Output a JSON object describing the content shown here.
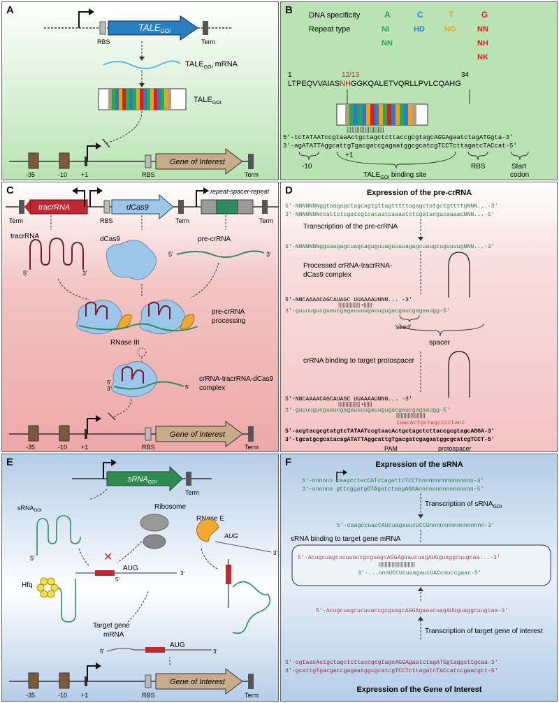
{
  "panels": {
    "A": {
      "label": "A",
      "gene": "TALE",
      "gene_sub": "GOI",
      "rbs": "RBS",
      "term": "Term",
      "mrna": "TALE",
      "mrna_sub": "GOI",
      "mrna_suffix": " mRNA",
      "protein": "TALE",
      "protein_sub": "GOI",
      "minus35": "-35",
      "minus10": "-10",
      "plus1": "+1",
      "rbs2": "RBS",
      "goi": "Gene of Interest",
      "term2": "Term"
    },
    "B": {
      "label": "B",
      "dna_spec": "DNA specificity",
      "repeat_type": "Repeat type",
      "bases": [
        {
          "base": "A",
          "color": "#2aa84a"
        },
        {
          "base": "C",
          "color": "#2a7ad4"
        },
        {
          "base": "T",
          "color": "#f0a020"
        },
        {
          "base": "G",
          "color": "#d42020"
        }
      ],
      "rvd_col1": [
        "NI",
        "NN"
      ],
      "rvd_col2": [
        "HD"
      ],
      "rvd_col3": [
        "NG"
      ],
      "rvd_col4": [
        "NN",
        "NH",
        "NK"
      ],
      "pos1": "1",
      "pos1213": "12/13",
      "pos34": "34",
      "seq_pre": "LTPEQVVAIAS",
      "seq_nh": "NH",
      "seq_post": "GGKQALETVQRLLPVLCQAHG",
      "top_strand": "5′-tcTATAATccgtaaActgctagctcttaccgcgtagcAGGAgaatctagATGgta-3′",
      "bot_strand": "3′-agATATTAggcattgTgacgatcgagaatggcgcatcgTCCTcttagatcTACcat-5′",
      "m10": "-10",
      "p1": "+1",
      "binding": "TALE",
      "binding_sub": "GOI",
      "binding_suffix": " binding site",
      "rbs": "RBS",
      "start": "Start",
      "codon": "codon"
    },
    "C": {
      "label": "C",
      "tracr": "tracrRNA",
      "dcas9": "dCas9",
      "rsr": "repeat-spacer-repeat",
      "term": "Term",
      "rbs": "RBS",
      "term2": "Term",
      "term3": "Term",
      "tracr_label": "tracrRNA",
      "dcas9_label": "dCas9",
      "precr": "pre-crRNA",
      "proc1": "pre-crRNA",
      "proc2": "processing",
      "rnase": "RNase III",
      "complex1": "crRNA-tracrRNA-dCas9",
      "complex2": "complex",
      "minus35": "-35",
      "minus10": "-10",
      "plus1": "+1",
      "rbs3": "RBS",
      "goi": "Gene of Interest",
      "term4": "Term"
    },
    "D": {
      "label": "D",
      "title": "Expression of the pre-crRNA",
      "l1": "5′-NNNNNNNggtaagagctagcagtgttagtttttagagctatgctgttttgNNN...-3′",
      "l2": "3′-NNNNNNNccattctcgatcgtcacaatcaaaatctcgatacgacaaaacNNN...-5′",
      "t1": "Transcription of the pre-crRNA",
      "l3": "5′-NNNNNNNgguaagagcuagcaguguuaguuuuagagcuaugcuguuuugNNN...-3′",
      "t2a": "Processed crRNA-tracrRNA-",
      "t2b": "dCas9 complex",
      "l4": "5′-NNCAAAACAGCAUAGC  UUAAAAUNNN...      -3′",
      "l5": "3′-guuuugucguaucgagauuuugauugugacgaucgagaaugg-5′",
      "seed": "'seed'",
      "spacer": "spacer",
      "t3": "crRNA binding to target protospacer",
      "l6": "5′-NNCAAAACAGCAUAGC  UUAAAAUNNN...      -3′",
      "l7": "3′-guuuugucguaucgagauuuugauugugacgaucgagaaugg-5′",
      "l8": "taacActgctagctcttacc",
      "l9": "5′-acgtacgcgtatgtcTATAATccgtaacActgctagctcttaccgcgtagcAGGA-3′",
      "l10": "3′-tgcatgcgcatacagATATTAggcattgTgacgatcgagaatggcgcatcgTCCT-5′",
      "pam": "PAM",
      "protospacer": "protospacer"
    },
    "E": {
      "label": "E",
      "gene": "sRNA",
      "gene_sub": "GOI",
      "term": "Term",
      "srna": "sRNA",
      "srna_sub": "GOI",
      "ribosome": "Ribosome",
      "rnase": "RNase E",
      "aug1": "AUG",
      "aug2": "AUG",
      "aug3": "AUG",
      "hfq": "Hfq",
      "target1": "Target gene",
      "target2": "mRNA",
      "minus35": "-35",
      "minus10": "-10",
      "plus1": "+1",
      "rbs": "RBS",
      "goi": "Gene of Interest",
      "term2": "Term"
    },
    "F": {
      "label": "F",
      "title": "Expression of the sRNA",
      "l1": "5′-nnnnnn caagcctacCATctagattcTCCTnnnnnnnnnnnnnnnn-3′",
      "l2": "3′-nnnnnn gttcggatgGTAgatctaagAGGAnnnnnnnnnnnnnnnn-5′",
      "t1": "Transcription of sRNA",
      "t1_sub": "GOI",
      "l3": "5′-caagccuacCAUcuagauucUCCUnnnnnnnnnnnnnnnn-3′",
      "t2": "sRNA binding to target gene mRNA",
      "l4": "5′-AcugcuagcucuuaccgcguagcAGGAgaaucuagAUGguaggcuugcaa...-3′",
      "l5": "3′-...nnnUCCUcuuagaucUACcauccgaac-5′",
      "l6": "5′-AcugcuagcucuuaccgcguagcAGGAgaaucuagAUGguaggcuugcaa-3′",
      "t3": "Transcription of target gene of interest",
      "l7": "5′-cgtaacActgctagctcttaccgcgtagcAGGAgaatctagATGgtaggcttgcaa-3′",
      "l8": "3′-gcattgTgacgatcgagaatggcgcatcgTCCTcttagatcTACcatccgaacgtt-5′",
      "bottom": "Expression of the Gene of Interest"
    }
  },
  "colors": {
    "green_bg": "#b9e3b3",
    "red_bg": "#f3c3c3",
    "blue_bg": "#b5cde8",
    "tale": "#2a7fc0",
    "tracr": "#c02830",
    "cas": "#9cc6ea",
    "goi": "#c8ac8a",
    "srna": "#2e8a4e",
    "rbs": "#bbbbbb",
    "box": "#7a5a3a"
  }
}
